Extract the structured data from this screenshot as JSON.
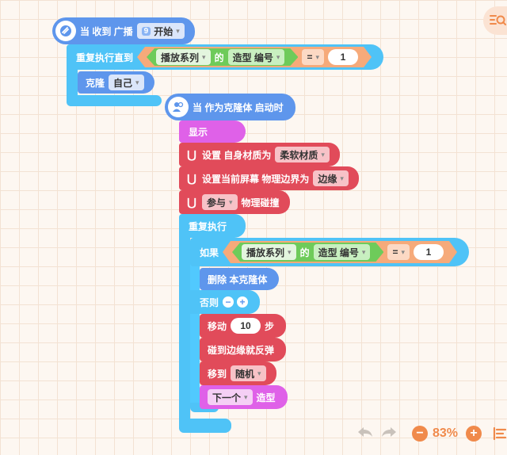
{
  "event": {
    "label": "当 收到 广播",
    "badge": "9",
    "dropdown": "开始"
  },
  "repeat_until": {
    "label": "重复执行直到",
    "condition": {
      "dropdown": "播放系列",
      "of": "的",
      "prop": "造型 编号",
      "op": "=",
      "value": "1"
    }
  },
  "clone": {
    "label": "克隆",
    "dropdown": "自己"
  },
  "clone_start": {
    "label": "当 作为克隆体 启动时"
  },
  "show": {
    "label": "显示"
  },
  "physics": {
    "material_label": "设置 自身材质为",
    "material_value": "柔软材质",
    "bounds_label": "设置当前屏幕 物理边界为",
    "bounds_value": "边缘",
    "collision_dropdown": "参与",
    "collision_label": "物理碰撞"
  },
  "forever": {
    "label": "重复执行"
  },
  "if_block": {
    "label": "如果",
    "condition": {
      "dropdown": "播放系列",
      "of": "的",
      "prop": "造型 编号",
      "op": "=",
      "value": "1"
    },
    "delete_label": "删除 本克隆体",
    "else_label": "否则"
  },
  "motion": {
    "move_label": "移动",
    "move_value": "10",
    "move_unit": "步",
    "bounce_label": "碰到边缘就反弹",
    "goto_label": "移到",
    "goto_value": "随机"
  },
  "looks": {
    "next_dropdown": "下一个",
    "next_label": "造型"
  },
  "toolbar": {
    "zoom": "83%"
  },
  "colors": {
    "event": "#5e96ec",
    "control": "#4fc3f7",
    "looks": "#df61e8",
    "physics": "#e14b5a",
    "operator": "#f6aa7a",
    "sensing": "#6ecb5a"
  }
}
